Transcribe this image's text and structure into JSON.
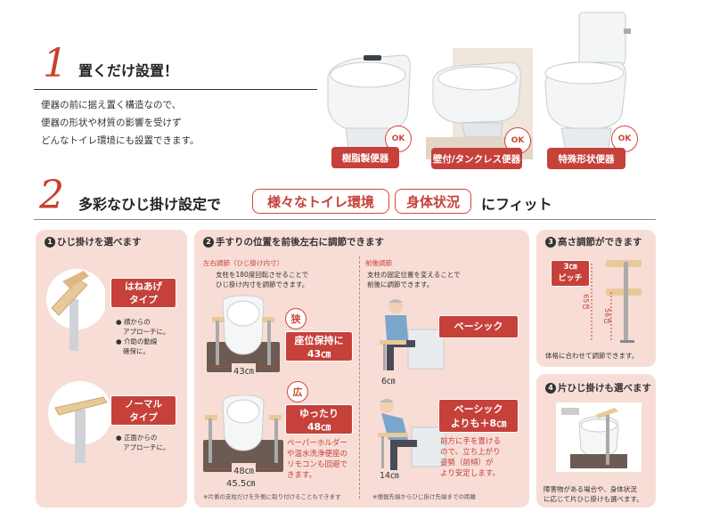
{
  "section1": {
    "number": "1",
    "title": "置くだけ設置！",
    "body": [
      "便器の前に据え置く構造なので、",
      "便器の形状や材質の影響を受けず",
      "どんなトイレ環境にも設置できます。"
    ],
    "toilets": [
      {
        "label": "樹脂製便器",
        "ok": "OK"
      },
      {
        "label": "壁付/タンクレス便器",
        "ok": "OK"
      },
      {
        "label": "特殊形状便器",
        "ok": "OK"
      }
    ]
  },
  "section2": {
    "number": "2",
    "title_pre": "多彩なひじ掛け設定で",
    "pill1": "様々なトイレ環境",
    "pill2": "身体状況",
    "title_post": "にフィット"
  },
  "panel1": {
    "num": "1",
    "heading": "ひじ掛けを選べます",
    "type1": {
      "label": "はねあげ\nタイプ",
      "notes": [
        "横からの",
        "アプローチに。",
        "介助の動線",
        "確保に。"
      ]
    },
    "type2": {
      "label": "ノーマル\nタイプ",
      "notes": [
        "正面からの",
        "アプローチに。"
      ]
    }
  },
  "panel2": {
    "num": "2",
    "heading": "手すりの位置を前後左右に調節できます",
    "left_sub": "左右調節（ひじ掛け内寸）",
    "left_desc": [
      "支柱を180度回転させることで",
      "ひじ掛け内寸を調節できます。"
    ],
    "narrow_badge": "狭",
    "narrow_label": "座位保持に",
    "narrow_value": "43㎝",
    "narrow_dim": "43㎝",
    "wide_badge": "広",
    "wide_label": "ゆったり",
    "wide_value": "48㎝",
    "wide_dim": "48㎝",
    "wide_dim2": "45.5㎝",
    "wide_note": [
      "ペーパーホルダー",
      "や温水洗浄便座の",
      "リモコンも回避で",
      "きます。"
    ],
    "left_footnote": "※片側の支柱だけを外側に取り付けることもできます",
    "right_sub": "前後調節",
    "right_desc": [
      "支柱の固定位置を変えることで",
      "前後に調節できます。"
    ],
    "basic_label": "ベーシック",
    "basic_dim": "6㎝",
    "plus_label": "ベーシック\nよりも＋8㎝",
    "plus_dim": "14㎝",
    "plus_note": [
      "前方に手を置ける",
      "ので、立ち上がり",
      "姿勢（前傾）が",
      "より安定します。"
    ],
    "right_footnote": "※便器先端からひじ掛け先端までの距離"
  },
  "panel3": {
    "num": "3",
    "heading": "高さ調節ができます",
    "pitch": "3㎝\nピッチ",
    "h1": "65㎝",
    "h2": "56㎝",
    "note": "体格に合わせて調節できます。"
  },
  "panel4": {
    "num": "4",
    "heading": "片ひじ掛けも選べます",
    "note": [
      "障害物がある場合や、身体状況",
      "に応じて片ひじ掛けも選べます。"
    ]
  }
}
